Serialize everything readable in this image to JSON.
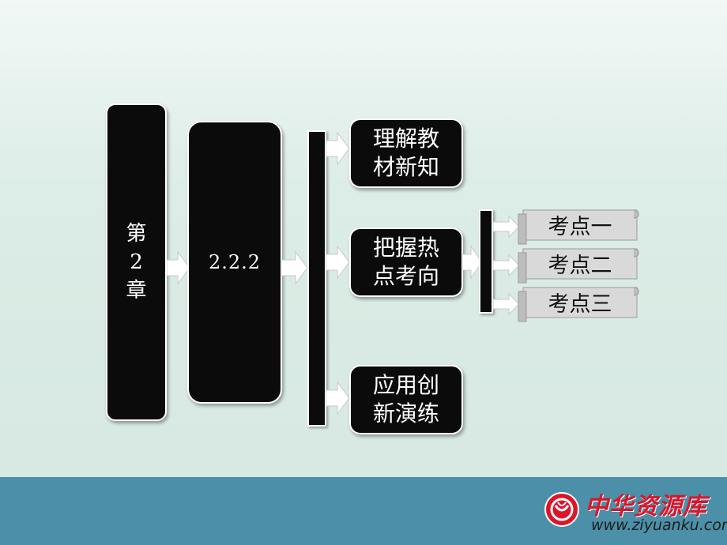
{
  "chapter": {
    "line1": "第",
    "line2": "2",
    "line3": "章"
  },
  "section": {
    "label": "2.2.2"
  },
  "topics": [
    {
      "line1": "理解教",
      "line2": "材新知"
    },
    {
      "line1": "把握热",
      "line2": "点考向"
    },
    {
      "line1": "应用创",
      "line2": "新演练"
    }
  ],
  "kaodian": [
    "考点一",
    "考点二",
    "考点三"
  ],
  "logo": {
    "brand": "中华资源库",
    "url": "www.ziyuanku.com"
  },
  "colors": {
    "box": "#0b0b0b",
    "footer": "#4b8fa8",
    "brand": "#d9162a",
    "scroll": "#d9d9d9"
  }
}
